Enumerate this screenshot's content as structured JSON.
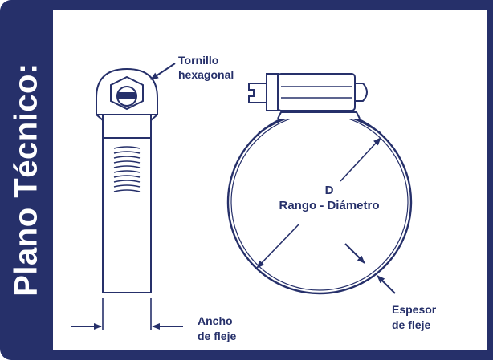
{
  "sidebar": {
    "title": "Plano Técnico:"
  },
  "labels": {
    "screw_line1": "Tornillo",
    "screw_line2": "hexagonal",
    "band_width_line1": "Ancho",
    "band_width_line2": "de fleje",
    "diameter_symbol": "D",
    "diameter_range": "Rango - Diámetro",
    "thickness_line1": "Espesor",
    "thickness_line2": "de fleje"
  },
  "colors": {
    "ink": "#26306a",
    "background": "#ffffff"
  }
}
